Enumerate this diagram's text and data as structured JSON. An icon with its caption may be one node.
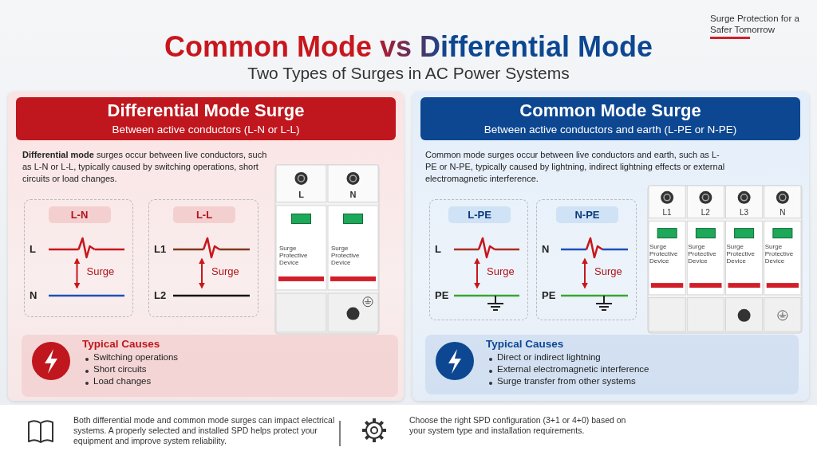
{
  "diagram": {
    "title": "Common Mode vs Differential Mode",
    "nodes": [
      {
        "text": [
          "Differential Mode Surge",
          "Between active conductors (L-N or L-L)",
          "**Differential mode** surges occur between live conductors, such as L-N or L-L, typically caused by switching operations, short circuits or load changes."
        ]
      },
      {
        "text": [
          "L-N",
          "L",
          "Surge",
          "N"
        ],
        "in": 0
      },
      {
        "text": [
          "L-L",
          "L1",
          "Surge",
          "L2"
        ],
        "in": 0
      },
      {
        "text": [
          "Typical Causes",
          "Switching operations",
          "Short circuits",
          "Load changes"
        ],
        "in": 0
      },
      {
        "text": [
          "Common Mode Surge",
          "Between active conductors and earth (L-PE or N-PE)",
          "Common mode surges occur between live conductors and earth, such as L-PE or N-PE, typically caused by lightning, indirect lightning effects or external electromagnetic interference."
        ]
      },
      {
        "text": [
          "L-PE",
          "L",
          "Surge",
          "PE"
        ],
        "in": 4
      },
      {
        "text": [
          "N-PE",
          "N",
          "Surge",
          "PE"
        ],
        "in": 4
      },
      {
        "text": [
          "Typical Causes",
          "Direct or indirect lightning",
          "External electromagnetic interference",
          "Surge transfer from other systems"
        ],
        "in": 4
      }
    ],
    "labels": [
      "Surge Protection for a Safer Tomorrow",
      "Two Types of Surges in AC Power Systems",
      "L",
      "N",
      "Surge Protective Device",
      "Surge Protective Device",
      "L1",
      "L2",
      "L3",
      "N",
      "Surge Protective Device",
      "Surge Protective Device",
      "Surge Protective Device",
      "Surge Protective Device",
      "Both differential mode and common mode surges can impact electrical systems. A properly selected and installed SPD helps protect your equipment and improve system reliability.",
      "Choose the right SPD configuration (3+1 or 4+0) based on your system type and installation requirements."
    ]
  }
}
